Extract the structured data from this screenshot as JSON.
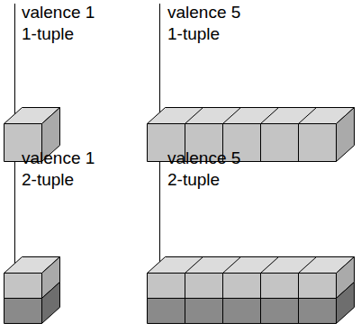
{
  "diagram": {
    "labels": [
      "valence 1 1-tuple",
      "valence 5 1-tuple",
      "valence 1 2-tuple",
      "valence 5 2-tuple"
    ]
  }
}
